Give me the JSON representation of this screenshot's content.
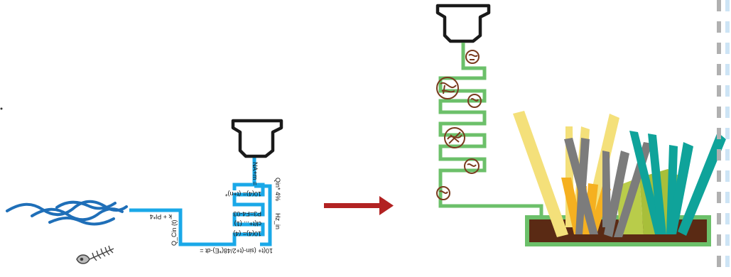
{
  "formulas": {
    "inlet": "k + Pl*4",
    "q_label": "Q_Cin (t)",
    "hz_label": "Hz_in",
    "base": "10(t+ (sin-(t+2/48(*E)-dt =",
    "top": "NA+m =",
    "right": "Qin* 4%",
    "row1": "10(4)= (t+n)*",
    "row2": "P3=F4-03",
    "row3": "cl(t+... (1)",
    "row4": "10(4)= (4)"
  },
  "colors": {
    "water": "#1f6fb8",
    "pipe_blue": "#1aa8e8",
    "pipe_green": "#6cc06a",
    "faucet": "#1a1a1a",
    "arrow": "#b22222",
    "soil": "#5a2a14",
    "biofilm": "#7a3a1e",
    "reed_yellow": "#f4e07a",
    "reed_orange": "#f5b020",
    "reed_gray": "#7c7c7c",
    "reed_teal": "#0fa39a",
    "reed_olive": "#a8bf3a",
    "dashed_border": "#b0b0b0",
    "dashed_border_blue": "#cde4f5"
  },
  "icons": [
    "waves-icon",
    "fish-skeleton-icon",
    "faucet-icon",
    "arrow-right-icon",
    "reeds-icon",
    "biofilm-blob-icon"
  ]
}
